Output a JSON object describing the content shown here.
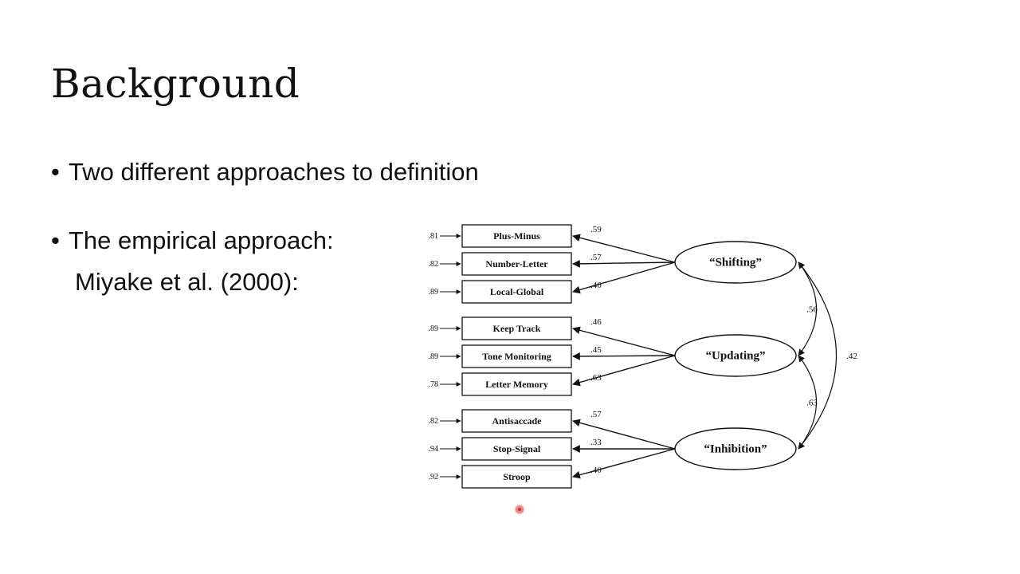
{
  "slide": {
    "title": "Background",
    "bullets": [
      {
        "marker": "•",
        "text": "Two different approaches to definition"
      },
      {
        "marker": "•",
        "text": "The empirical approach:"
      }
    ],
    "sub_text": "Miyake et al. (2000):"
  },
  "diagram": {
    "factors": [
      {
        "label": "“Shifting”"
      },
      {
        "label": "“Updating”"
      },
      {
        "label": "“Inhibition”"
      }
    ],
    "tasks": [
      {
        "label": "Plus-Minus",
        "error": ".81",
        "loading": ".59",
        "factor": 0
      },
      {
        "label": "Number-Letter",
        "error": ".82",
        "loading": ".57",
        "factor": 0
      },
      {
        "label": "Local-Global",
        "error": ".89",
        "loading": ".46",
        "factor": 0
      },
      {
        "label": "Keep Track",
        "error": ".89",
        "loading": ".46",
        "factor": 1
      },
      {
        "label": "Tone Monitoring",
        "error": ".89",
        "loading": ".45",
        "factor": 1
      },
      {
        "label": "Letter Memory",
        "error": ".78",
        "loading": ".63",
        "factor": 1
      },
      {
        "label": "Antisaccade",
        "error": ".82",
        "loading": ".57",
        "factor": 2
      },
      {
        "label": "Stop-Signal",
        "error": ".94",
        "loading": ".33",
        "factor": 2
      },
      {
        "label": "Stroop",
        "error": ".92",
        "loading": ".40",
        "factor": 2
      }
    ],
    "correlations": [
      {
        "from": 0,
        "to": 1,
        "value": ".56"
      },
      {
        "from": 1,
        "to": 2,
        "value": ".63"
      },
      {
        "from": 0,
        "to": 2,
        "value": ".42"
      }
    ]
  }
}
